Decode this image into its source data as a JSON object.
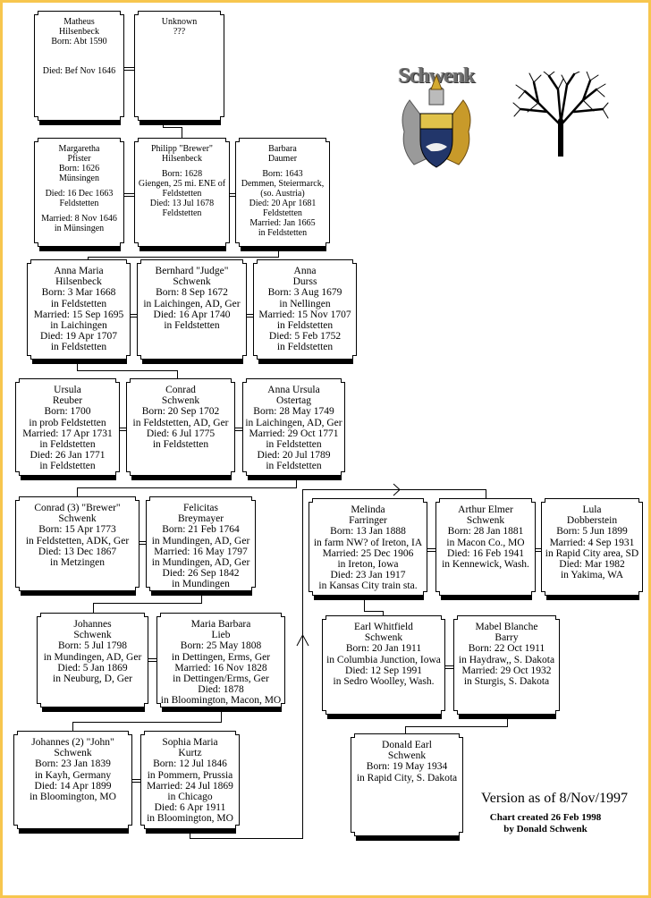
{
  "logo": {
    "text": "Schwenk"
  },
  "version": "Version as of 8/Nov/1997",
  "credit": [
    "Chart created 26 Feb 1998",
    "by Donald Schwenk"
  ],
  "people": [
    {
      "id": "matheus-hilsenbeck",
      "lines": [
        "Matheus",
        "Hilsenbeck",
        "Born: Abt 1590",
        "Died: Bef Nov 1646"
      ]
    },
    {
      "id": "unknown",
      "lines": [
        "Unknown",
        "???"
      ]
    },
    {
      "id": "margaretha-pfister",
      "lines": [
        "Margaretha",
        "Pfister",
        "Born: 1626",
        "Münsingen",
        "Died: 16 Dec 1663",
        "Feldstetten",
        "Married: 8 Nov 1646",
        "in Münsingen"
      ]
    },
    {
      "id": "philipp-hilsenbeck",
      "lines": [
        "Philipp \"Brewer\"",
        "Hilsenbeck",
        "Born: 1628",
        "Giengen, 25 mi. ENE of",
        "Feldstetten",
        "Died: 13 Jul 1678",
        "Feldstetten"
      ]
    },
    {
      "id": "barbara-daumer",
      "lines": [
        "Barbara",
        "Daumer",
        "Born: 1643",
        "Demmen, Steiermarck,",
        "(so. Austria)",
        "Died: 20 Apr 1681",
        "Feldstetten",
        "Married: Jan 1665",
        "in Feldstetten"
      ]
    },
    {
      "id": "anna-maria-hilsenbeck",
      "lines": [
        "Anna Maria",
        "Hilsenbeck",
        "Born: 3 Mar 1668",
        "in Feldstetten",
        "Married: 15 Sep 1695",
        "in Laichingen",
        "Died: 19 Apr 1707",
        "in Feldstetten"
      ]
    },
    {
      "id": "bernhard-schwenk",
      "lines": [
        "Bernhard \"Judge\"",
        "Schwenk",
        "Born: 8 Sep 1672",
        "in Laichingen, AD, Ger",
        "Died: 16 Apr 1740",
        "in Feldstetten"
      ]
    },
    {
      "id": "anna-durss",
      "lines": [
        "Anna",
        "Durss",
        "Born: 3 Aug 1679",
        "in Nellingen",
        "Married: 15 Nov 1707",
        "in Feldstetten",
        "Died: 5 Feb 1752",
        "in Feldstetten"
      ]
    },
    {
      "id": "ursula-reuber",
      "lines": [
        "Ursula",
        "Reuber",
        "Born: 1700",
        "in prob Feldstetten",
        "Married: 17 Apr 1731",
        "in Feldstetten",
        "Died: 26 Jan 1771",
        "in Feldstetten"
      ]
    },
    {
      "id": "conrad-schwenk",
      "lines": [
        "Conrad",
        "Schwenk",
        "Born: 20 Sep 1702",
        "in Feldstetten, AD, Ger",
        "Died: 6 Jul 1775",
        "in Feldstetten"
      ]
    },
    {
      "id": "anna-ursula-ostertag",
      "lines": [
        "Anna Ursula",
        "Ostertag",
        "Born: 28 May 1749",
        "in Laichingen, AD, Ger",
        "Married: 29 Oct 1771",
        "in Feldstetten",
        "Died: 20 Jul 1789",
        "in Feldstetten"
      ]
    },
    {
      "id": "conrad-3-schwenk",
      "lines": [
        "Conrad (3) \"Brewer\"",
        "Schwenk",
        "Born: 15 Apr 1773",
        "in Feldstetten, ADK, Ger",
        "Died: 13 Dec 1867",
        "in Metzingen"
      ]
    },
    {
      "id": "felicitas-breymayer",
      "lines": [
        "Felicitas",
        "Breymayer",
        "Born: 21 Feb 1764",
        "in Mundingen, AD, Ger",
        "Married: 16 May 1797",
        "in Mundingen, AD, Ger",
        "Died: 26 Sep 1842",
        "in Mundingen"
      ]
    },
    {
      "id": "johannes-schwenk",
      "lines": [
        "Johannes",
        "Schwenk",
        "Born: 5 Jul 1798",
        "in Mundingen, AD, Ger",
        "Died: 5 Jan 1869",
        "in Neuburg, D, Ger"
      ]
    },
    {
      "id": "maria-barbara-lieb",
      "lines": [
        "Maria Barbara",
        "Lieb",
        "Born: 25 May 1808",
        "in Dettingen, Erms, Ger",
        "Married: 16 Nov 1828",
        "in Dettingen/Erms, Ger",
        "Died: 1878",
        "in Bloomington, Macon, MO"
      ]
    },
    {
      "id": "johannes-2-john-schwenk",
      "lines": [
        "Johannes (2) \"John\"",
        "Schwenk",
        "Born: 23 Jan 1839",
        "in Kayh, Germany",
        "Died: 14 Apr 1899",
        "in Bloomington, MO"
      ]
    },
    {
      "id": "sophia-maria-kurtz",
      "lines": [
        "Sophia Maria",
        "Kurtz",
        "Born: 12 Jul 1846",
        "in Pommern, Prussia",
        "Married: 24 Jul 1869",
        "in Chicago",
        "Died: 6 Apr 1911",
        "in Bloomington, MO"
      ]
    },
    {
      "id": "melinda-farringer",
      "lines": [
        "Melinda",
        "Farringer",
        "Born: 13 Jan 1888",
        "in farm NW? of Ireton, IA",
        "Married: 25 Dec 1906",
        "in Ireton, Iowa",
        "Died: 23 Jan 1917",
        "in Kansas City train sta."
      ]
    },
    {
      "id": "arthur-elmer-schwenk",
      "lines": [
        "Arthur Elmer",
        "Schwenk",
        "Born: 28 Jan 1881",
        "in Macon Co., MO",
        "Died: 16 Feb 1941",
        "in Kennewick, Wash."
      ]
    },
    {
      "id": "lula-dobberstein",
      "lines": [
        "Lula",
        "Dobberstein",
        "Born: 5 Jun 1899",
        "Married: 4 Sep 1931",
        "in Rapid City area, SD",
        "Died: Mar 1982",
        "in Yakima, WA"
      ]
    },
    {
      "id": "earl-whitfield-schwenk",
      "lines": [
        "Earl Whitfield",
        "Schwenk",
        "Born: 20 Jan 1911",
        "in Columbia Junction, Iowa",
        "Died: 12 Sep 1991",
        "in Sedro Woolley, Wash."
      ]
    },
    {
      "id": "mabel-blanche-barry",
      "lines": [
        "Mabel Blanche",
        "Barry",
        "Born: 22 Oct 1911",
        "in Haydraw,, S. Dakota",
        "Married: 29 Oct 1932",
        "in Sturgis, S. Dakota"
      ]
    },
    {
      "id": "donald-earl-schwenk",
      "lines": [
        "Donald Earl",
        "Schwenk",
        "Born: 19 May 1934",
        "in Rapid City, S. Dakota"
      ]
    }
  ]
}
